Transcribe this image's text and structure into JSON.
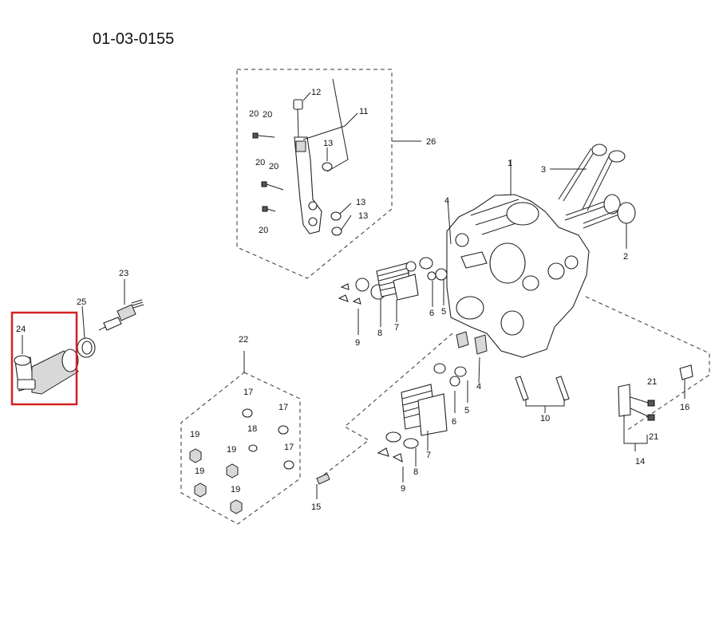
{
  "title": "01-03-0155",
  "highlight_color": "#d62020",
  "callouts": {
    "c1": "1",
    "c2": "2",
    "c3": "3",
    "c4a": "4",
    "c4b": "4",
    "c5a": "5",
    "c5b": "5",
    "c6a": "6",
    "c6b": "6",
    "c7a": "7",
    "c7b": "7",
    "c8a": "8",
    "c8b": "8",
    "c9a": "9",
    "c9b": "9",
    "c10": "10",
    "c11": "11",
    "c12": "12",
    "c13a": "13",
    "c13b": "13",
    "c13c": "13",
    "c14": "14",
    "c15": "15",
    "c16": "16",
    "c17a": "17",
    "c17b": "17",
    "c17c": "17",
    "c18": "18",
    "c19a": "19",
    "c19b": "19",
    "c19c": "19",
    "c19d": "19",
    "c20a": "20",
    "c20b": "20",
    "c20c": "20",
    "c20d": "20",
    "c20e": "20",
    "c21a": "21",
    "c21b": "21",
    "c22": "22",
    "c23": "23",
    "c24": "24",
    "c25": "25",
    "c26": "26"
  }
}
